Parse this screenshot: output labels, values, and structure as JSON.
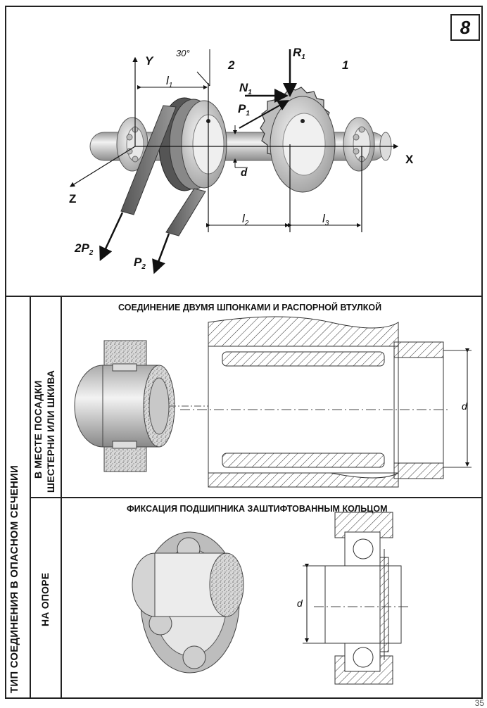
{
  "page_badge": "8",
  "diagram": {
    "axis_x": "X",
    "axis_y": "Y",
    "axis_z": "Z",
    "angle": "30°",
    "label_1": "1",
    "label_2": "2",
    "R1": "R",
    "R1_sub": "1",
    "N1": "N",
    "N1_sub": "1",
    "P1": "P",
    "P1_sub": "1",
    "P2": "P",
    "P2_sub": "2",
    "twoP2": "2P",
    "twoP2_sub": "2",
    "l1": "l",
    "l1_sub": "1",
    "l2": "l",
    "l2_sub": "2",
    "l3": "l",
    "l3_sub": "3",
    "d": "d"
  },
  "side_label_outer": "ТИП СОЕДИНЕНИЯ В ОПАСНОМ СЕЧЕНИИ",
  "row1": {
    "side_label_line1": "В МЕСТЕ ПОСАДКИ",
    "side_label_line2": "ШЕСТЕРНИ ИЛИ ШКИВА",
    "title": "СОЕДИНЕНИЕ ДВУМЯ ШПОНКАМИ И РАСПОРНОЙ ВТУЛКОЙ",
    "dim": "d"
  },
  "row2": {
    "side_label": "НА ОПОРЕ",
    "title": "ФИКСАЦИЯ ПОДШИПНИКА ЗАШТИФТОВАННЫМ КОЛЬЦОМ",
    "dim": "d"
  },
  "page_number": "35"
}
